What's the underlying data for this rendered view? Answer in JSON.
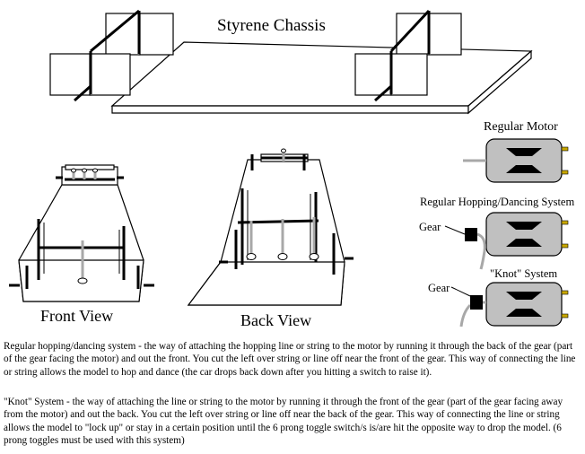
{
  "title": "Styrene Chassis",
  "labels": {
    "regular_motor": "Regular Motor",
    "hopping_system": "Regular Hopping/Dancing System",
    "knot_system": "\"Knot\" System",
    "gear_1": "Gear",
    "gear_2": "Gear",
    "front_view": "Front View",
    "back_view": "Back View"
  },
  "descriptions": {
    "hopping": "Regular hopping/dancing system - the way of attaching the hopping line or string to the motor by running it through the back of the gear (part of the gear facing the motor) and out the front. You cut the left over string or line off near the front of the gear. This way of connecting the line or string allows the model to hop and dance (the car drops back down after you hitting a switch to raise it).",
    "knot": "\"Knot\" System - the way of attaching the line or string to the motor by running it through the front of the gear (part of the gear facing away from the motor) and out the back. You cut the left over string or line off near the back of the gear. This way of connecting the line or string allows the model to \"lock up\" or stay in a certain position until the 6 prong toggle switch/s  is/are hit the opposite way to drop the model.  (6 prong toggles must be used with this system)"
  },
  "colors": {
    "motor_body": "#c0c0c0",
    "motor_terminals": "#c9a800",
    "string": "#a8a8a8",
    "line": "#000000",
    "background": "#ffffff"
  },
  "icons": {
    "motor": "motor-icon",
    "gear": "gear-icon"
  }
}
